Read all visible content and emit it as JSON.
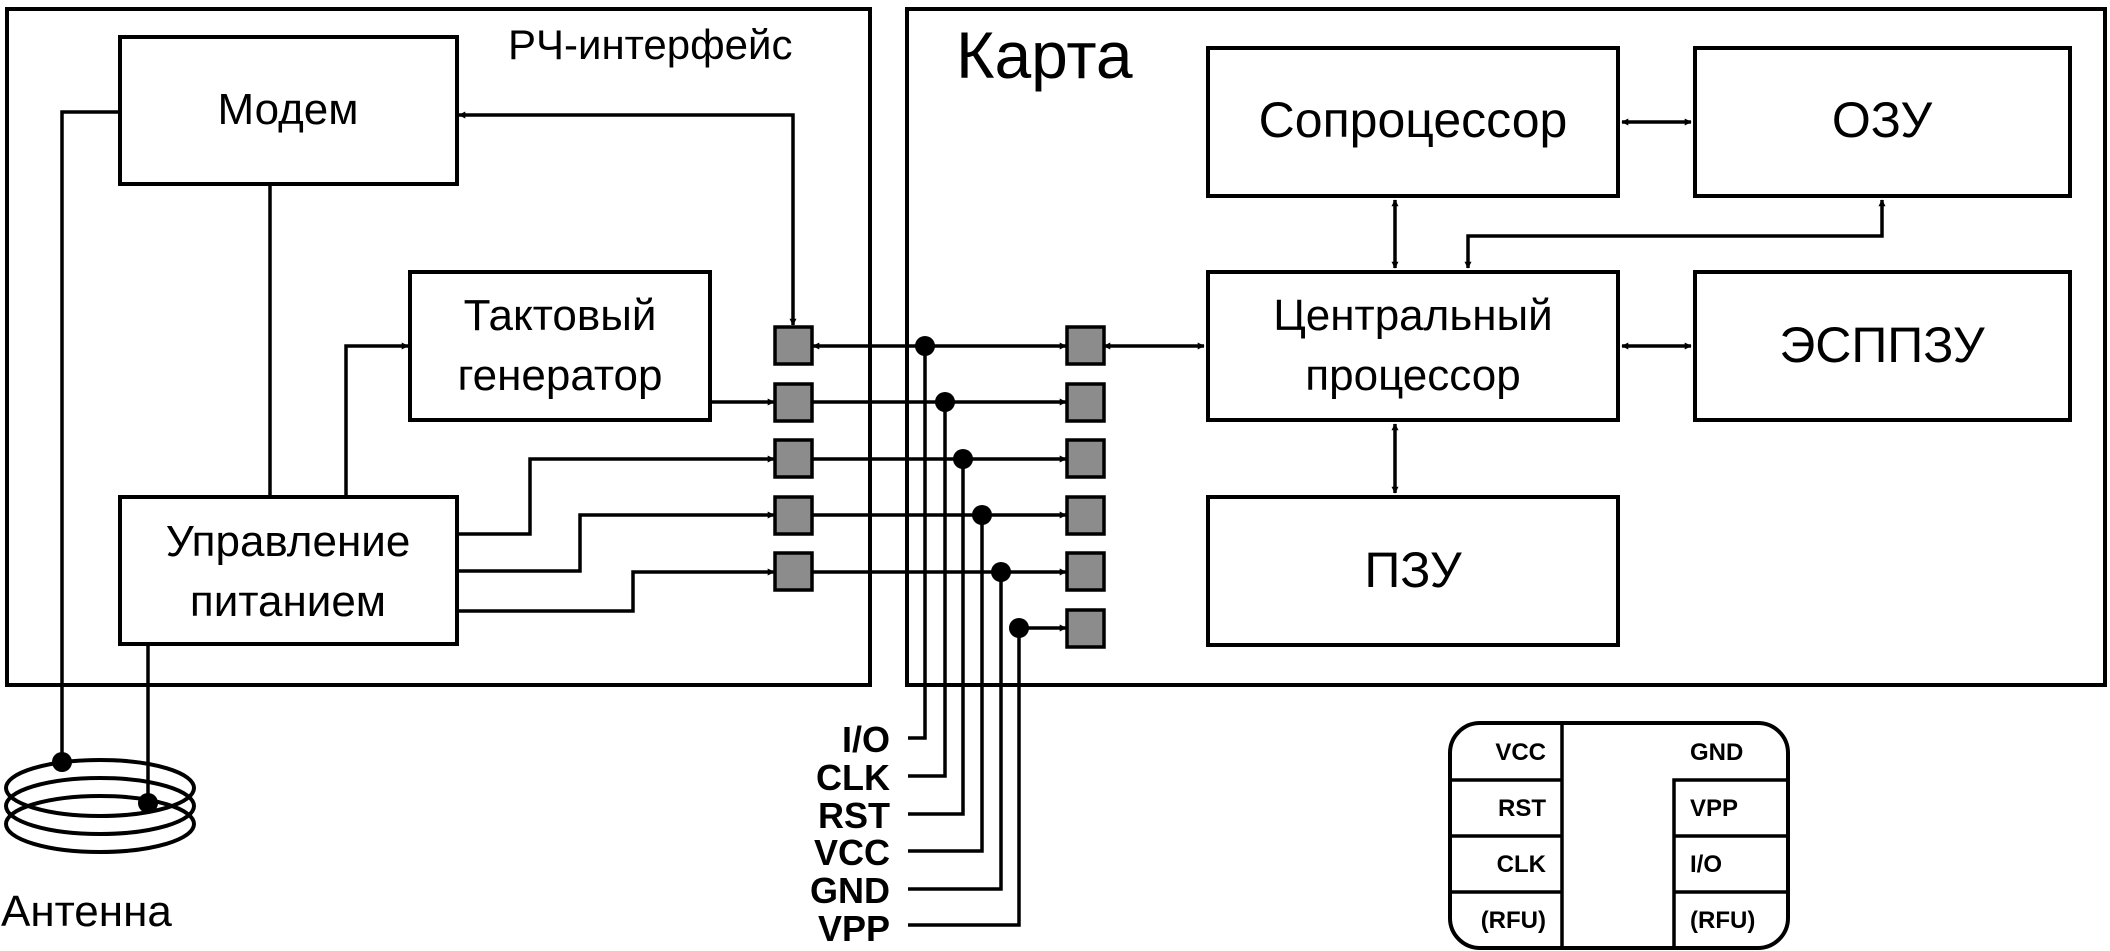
{
  "rf": {
    "title": "РЧ-интерфейс",
    "modem": "Модем",
    "clock_line1": "Тактовый",
    "clock_line2": "генератор",
    "power_line1": "Управление",
    "power_line2": "питанием",
    "antenna": "Антенна"
  },
  "card": {
    "title": "Карта",
    "coprocessor": "Сопроцессор",
    "ram": "ОЗУ",
    "cpu_line1": "Центральный",
    "cpu_line2": "процессор",
    "eeprom": "ЭСППЗУ",
    "rom": "ПЗУ"
  },
  "signals": [
    "I/O",
    "CLK",
    "RST",
    "VCC",
    "GND",
    "VPP"
  ],
  "contacts": {
    "left": [
      "VCC",
      "RST",
      "CLK",
      "(RFU)"
    ],
    "right": [
      "GND",
      "VPP",
      "I/O",
      "(RFU)"
    ]
  },
  "colors": {
    "pad_fill": "#8c8c8c",
    "line": "#000000",
    "background": "#ffffff"
  }
}
